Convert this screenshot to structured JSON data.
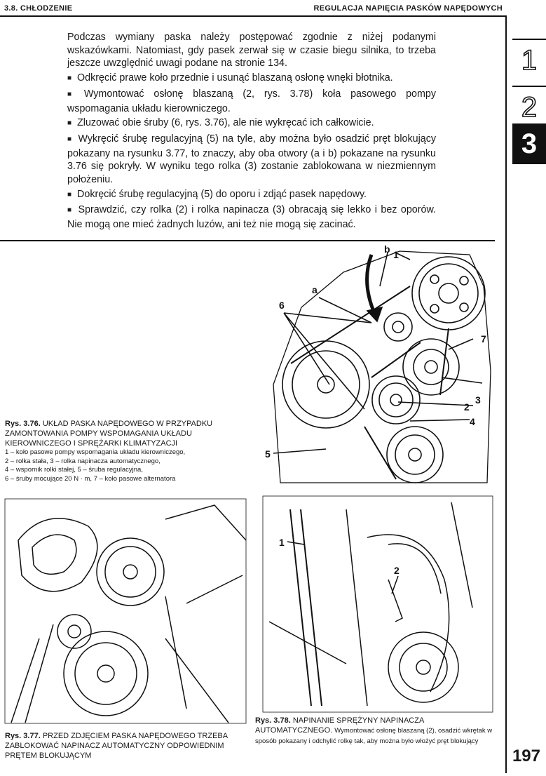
{
  "header": {
    "section": "3.8. CHŁODZENIE",
    "title": "REGULACJA NAPIĘCIA PASKÓW NAPĘDOWYCH"
  },
  "tabs": [
    {
      "label": "1",
      "active": false
    },
    {
      "label": "2",
      "active": false
    },
    {
      "label": "3",
      "active": true
    }
  ],
  "body": {
    "intro": "Podczas wymiany paska należy postępować zgodnie z niżej podanymi wskazówkami. Natomiast, gdy pasek zerwał się w czasie biegu silnika, to trzeba jeszcze uwzględnić uwagi podane na stronie 134.",
    "bullets": [
      "Odkręcić prawe koło przednie i usunąć blaszaną osłonę wnęki błotnika.",
      "Wymontować osłonę blaszaną (2, rys. 3.78) koła pasowego pompy wspomagania układu kierowniczego.",
      "Zluzować obie śruby (6, rys. 3.76), ale nie wykręcać ich całkowicie.",
      "Wykręcić śrubę regulacyjną (5) na tyle, aby można było osadzić pręt blokujący pokazany na rysunku 3.77, to znaczy, aby oba otwory (a i b) pokazane na rysunku 3.76 się pokryły. W wyniku tego rolka (3) zostanie zablokowana w niezmiennym położeniu.",
      "Dokręcić śrubę regulacyjną (5) do oporu i zdjąć pasek napędowy.",
      "Sprawdzić, czy rolka (2) i rolka napinacza (3) obracają się lekko i bez oporów. Nie mogą one mieć żadnych luzów, ani też nie mogą się zacinać."
    ]
  },
  "fig376": {
    "ref": "Rys. 3.76.",
    "title": "UKŁAD PASKA NAPĘDOWEGO W PRZYPADKU ZAMONTOWANIA POMPY WSPOMAGANIA UKŁADU KIEROWNICZEGO I SPRĘŻARKI KLIMATYZACJI",
    "legend": [
      "1 – koło pasowe pompy wspomagania układu kierowniczego,",
      "2 – rolka stała, 3 – rolka napinacza automatycznego,",
      "4 – wspornik rolki stałej, 5 – śruba regulacyjna,",
      "6 – śruby mocujące 20 N · m, 7 – koło pasowe alternatora"
    ],
    "labels": {
      "a": "a",
      "b": "b",
      "n1": "1",
      "n2": "2",
      "n3": "3",
      "n4": "4",
      "n5": "5",
      "n6": "6",
      "n7": "7"
    }
  },
  "fig377": {
    "ref": "Rys. 3.77.",
    "title": "PRZED ZDJĘCIEM PASKA NAPĘDOWEGO TRZEBA ZABLOKOWAĆ NAPINACZ AUTOMATYCZNY ODPOWIEDNIM PRĘTEM BLOKUJĄCYM"
  },
  "fig378": {
    "ref": "Rys. 3.78.",
    "title": "NAPINANIE SPRĘŻYNY NAPINACZA AUTOMATYCZNEGO.",
    "text": "Wymontować osłonę blaszaną (2), osadzić wkrętak w sposób pokazany i odchylić rolkę tak, aby można było włożyć pręt blokujący",
    "labels": {
      "n1": "1",
      "n2": "2"
    }
  },
  "page_number": "197"
}
